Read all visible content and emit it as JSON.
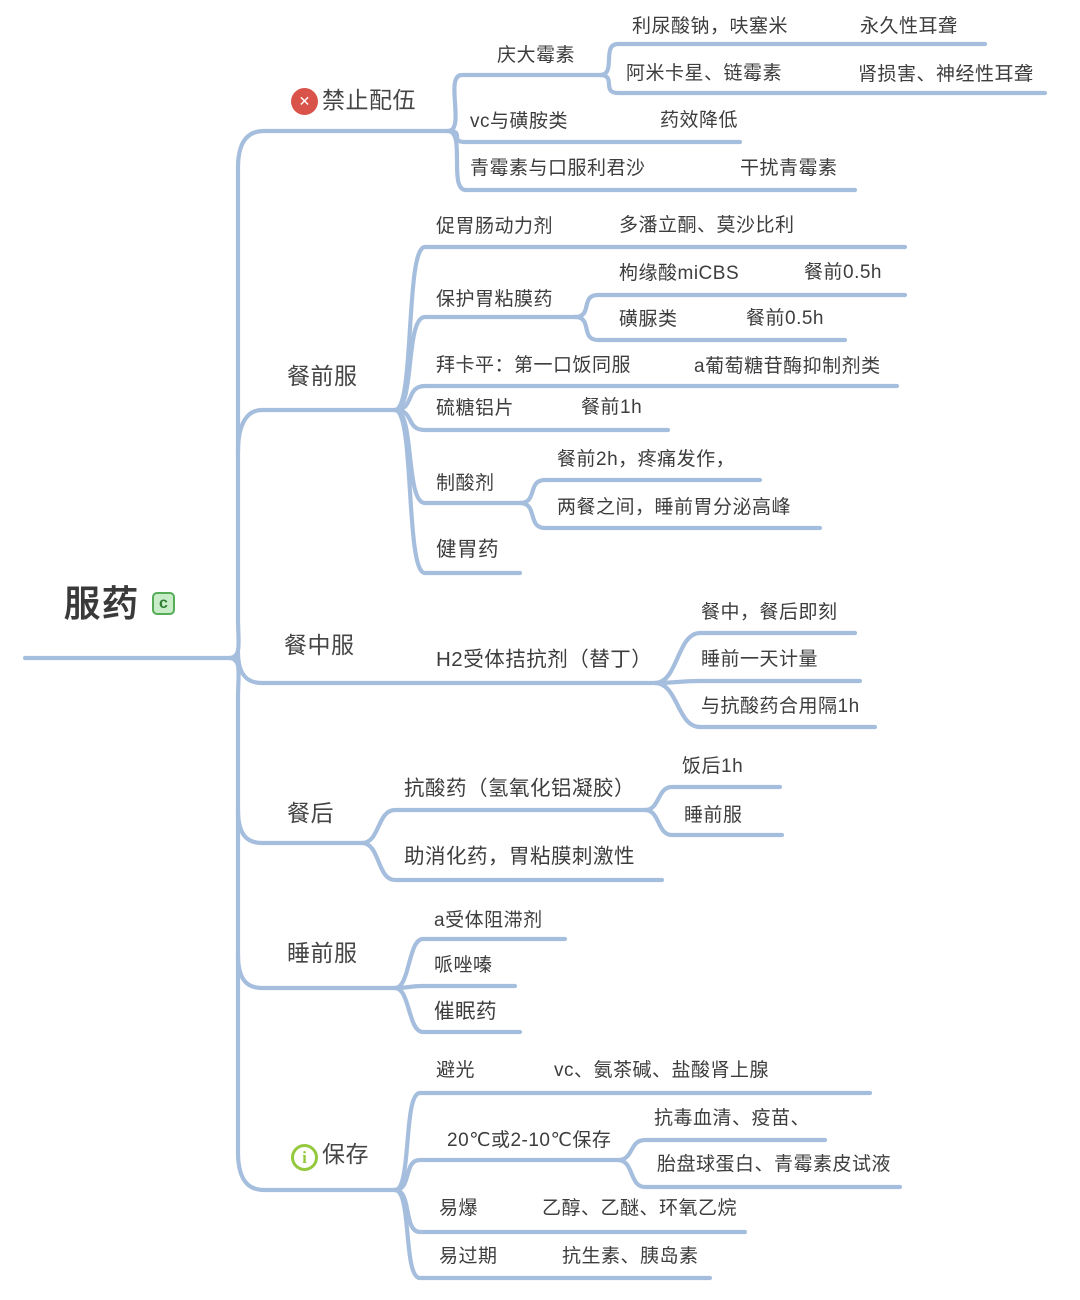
{
  "root": {
    "label": "服药",
    "badge": "c"
  },
  "colors": {
    "line": "#a6bedd",
    "text": "#3d3d3d",
    "forbidden_icon": "#d9534a",
    "info_icon": "#94c83d",
    "badge_bg": "#c8ecc8",
    "badge_border": "#57ad57",
    "badge_text": "#2e7d32"
  },
  "icons": {
    "forbidden_glyph": "✕",
    "info_glyph": "i"
  },
  "branches": [
    {
      "label": "禁止配伍",
      "icon": "x-circle",
      "children": [
        {
          "label": "庆大霉素",
          "children": [
            {
              "label": "利尿酸钠，呋塞米",
              "children": [
                {
                  "label": "永久性耳聋"
                }
              ]
            },
            {
              "label": "阿米卡星、链霉素",
              "children": [
                {
                  "label": "肾损害、神经性耳聋"
                }
              ]
            }
          ]
        },
        {
          "label": "vc与磺胺类",
          "children": [
            {
              "label": "药效降低"
            }
          ]
        },
        {
          "label": "青霉素与口服利君沙",
          "children": [
            {
              "label": "干扰青霉素"
            }
          ]
        }
      ]
    },
    {
      "label": "餐前服",
      "children": [
        {
          "label": "促胃肠动力剂",
          "children": [
            {
              "label": "多潘立酮、莫沙比利"
            }
          ]
        },
        {
          "label": "保护胃粘膜药",
          "children": [
            {
              "label": "枸缘酸miCBS",
              "children": [
                {
                  "label": "餐前0.5h"
                }
              ]
            },
            {
              "label": "磺脲类",
              "children": [
                {
                  "label": "餐前0.5h"
                }
              ]
            }
          ]
        },
        {
          "label": "拜卡平：第一口饭同服",
          "children": [
            {
              "label": "a葡萄糖苷酶抑制剂类"
            }
          ]
        },
        {
          "label": "硫糖铝片",
          "children": [
            {
              "label": "餐前1h"
            }
          ]
        },
        {
          "label": "制酸剂",
          "children": [
            {
              "label": "餐前2h，疼痛发作，"
            },
            {
              "label": "两餐之间，睡前胃分泌高峰"
            }
          ]
        },
        {
          "label": "健胃药"
        }
      ]
    },
    {
      "label": "餐中服",
      "children": [
        {
          "label": "H2受体拮抗剂（替丁）",
          "children": [
            {
              "label": "餐中，餐后即刻"
            },
            {
              "label": "睡前一天计量"
            },
            {
              "label": "与抗酸药合用隔1h"
            }
          ]
        }
      ]
    },
    {
      "label": "餐后",
      "children": [
        {
          "label": "抗酸药（氢氧化铝凝胶）",
          "children": [
            {
              "label": "饭后1h"
            },
            {
              "label": "睡前服"
            }
          ]
        },
        {
          "label": "助消化药，胃粘膜刺激性"
        }
      ]
    },
    {
      "label": "睡前服",
      "children": [
        {
          "label": "a受体阻滞剂"
        },
        {
          "label": "哌唑嗪"
        },
        {
          "label": "催眠药"
        }
      ]
    },
    {
      "label": "保存",
      "icon": "info-circle",
      "children": [
        {
          "label": "避光",
          "children": [
            {
              "label": "vc、氨茶碱、盐酸肾上腺"
            }
          ]
        },
        {
          "label": "20℃或2-10℃保存",
          "children": [
            {
              "label": "抗毒血清、疫苗、"
            },
            {
              "label": "胎盘球蛋白、青霉素皮试液"
            }
          ]
        },
        {
          "label": "易爆",
          "children": [
            {
              "label": "乙醇、乙醚、环氧乙烷"
            }
          ]
        },
        {
          "label": "易过期",
          "children": [
            {
              "label": "抗生素、胰岛素"
            }
          ]
        }
      ]
    }
  ]
}
